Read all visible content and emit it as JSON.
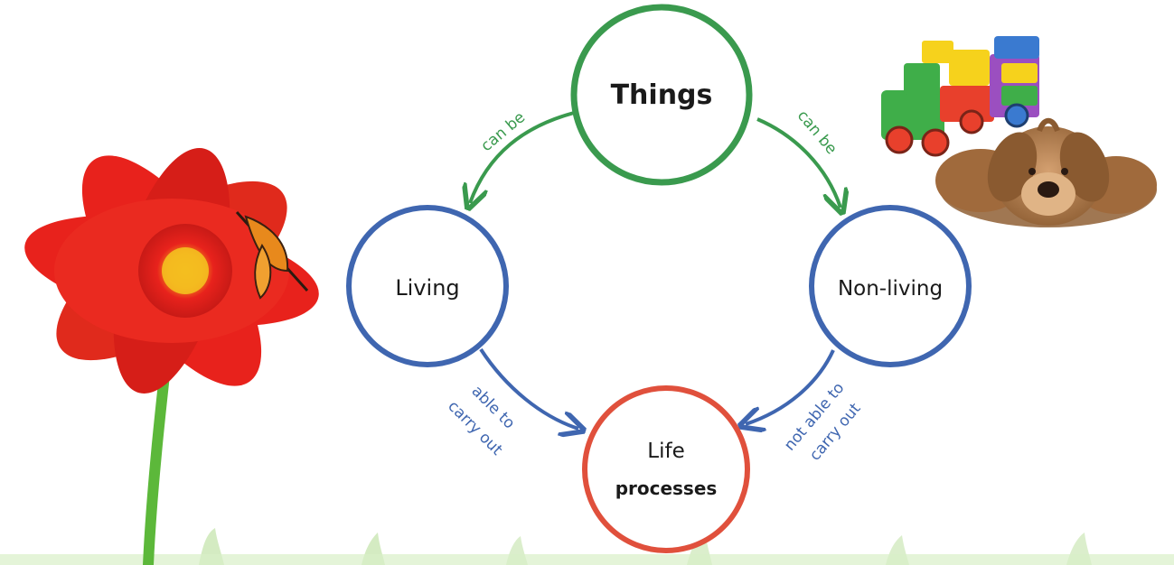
{
  "nodes": {
    "things": {
      "label": "Things",
      "color": "#3a9a4e"
    },
    "living": {
      "label": "Living",
      "color": "#3f66b0"
    },
    "nonliving": {
      "label": "Non-living",
      "color": "#3f66b0"
    },
    "life": {
      "line1": "Life",
      "line2": "processes",
      "color": "#e0503c"
    }
  },
  "edges": {
    "things_to_living": {
      "label": "can be",
      "color": "#3a9a4e"
    },
    "things_to_nonliving": {
      "label": "can be",
      "color": "#3a9a4e"
    },
    "living_to_life": {
      "line1": "able to",
      "line2": "carry out",
      "color": "#3f66b0"
    },
    "nonliving_to_life": {
      "line1": "not able to",
      "line2": "carry out",
      "color": "#3f66b0"
    }
  },
  "pictures": {
    "flower": {
      "petal_color": "#e8221c",
      "center_color": "#f2b21a",
      "stem_color": "#5cb83a",
      "butterfly_color": "#e8891c"
    },
    "toy_train": {
      "colors": [
        "#3fae49",
        "#f6d21c",
        "#e8402c",
        "#3a7ad0",
        "#9b4fc0"
      ]
    },
    "plush_dog": {
      "fur_color": "#b07a48",
      "nose_color": "#2a1a12"
    },
    "grass": {
      "color": "#7cc35a"
    }
  }
}
